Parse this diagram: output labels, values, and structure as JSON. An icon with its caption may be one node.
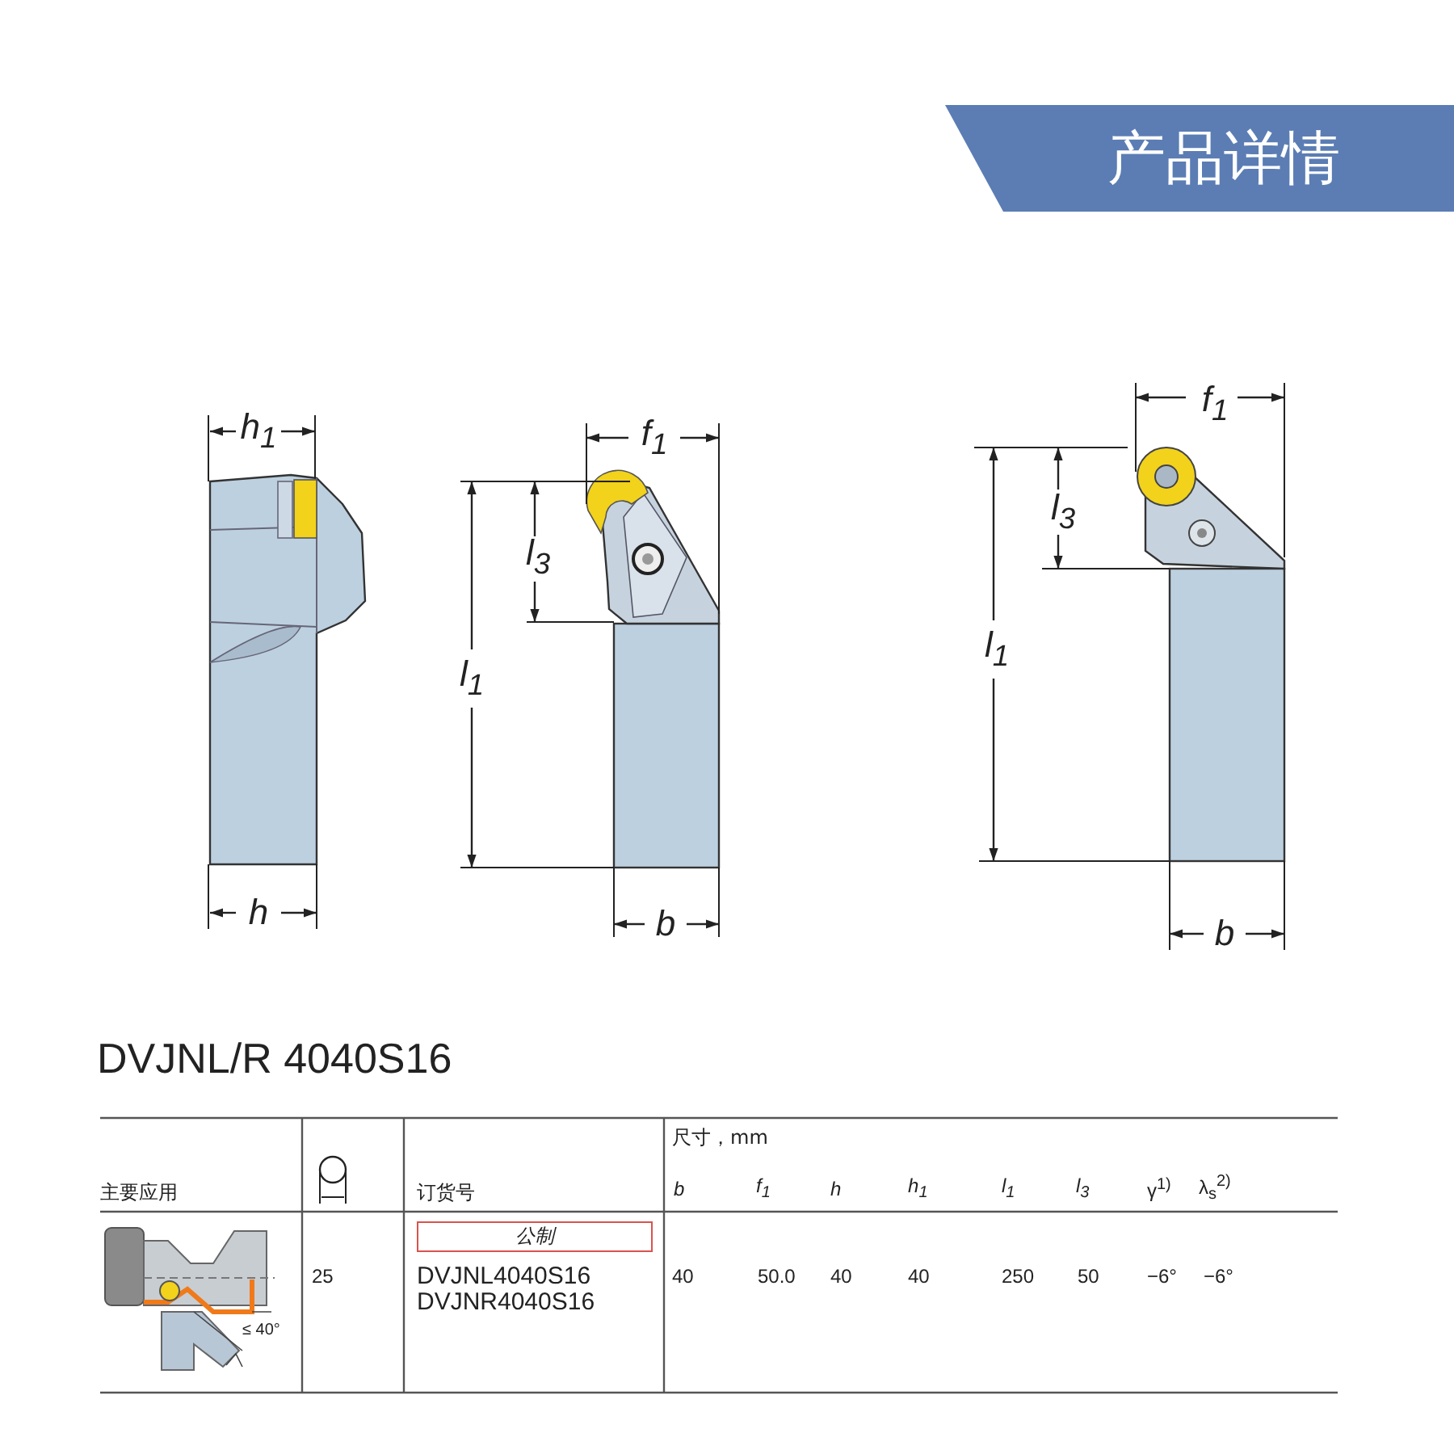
{
  "diagram": {
    "title": "产品详情",
    "nodes": [
      {
        "text": [
          "公制"
        ]
      }
    ],
    "labels": [
      "h$_{1}$",
      "f$_{1}$",
      "l$_{3}$",
      "l$_{1}$",
      "h",
      "b",
      "f$_{1}$",
      "l$_{3}$",
      "l$_{1}$",
      "b",
      "DVJNL/R 4040S16",
      "尺寸，mm",
      "主要应用",
      "订货号",
      "b",
      "f$_{1}$",
      "h",
      "h$_{1}$",
      "l$_{1}$",
      "l$_{3}$",
      "γ$^{1)}$",
      "λ$_{s}$$^{2)}$",
      "≤ 40°",
      "25",
      "DVJNL4040S16",
      "DVJNR4040S16",
      "40",
      "50.0",
      "40",
      "40",
      "250",
      "50",
      "−6°",
      "−6°"
    ]
  }
}
